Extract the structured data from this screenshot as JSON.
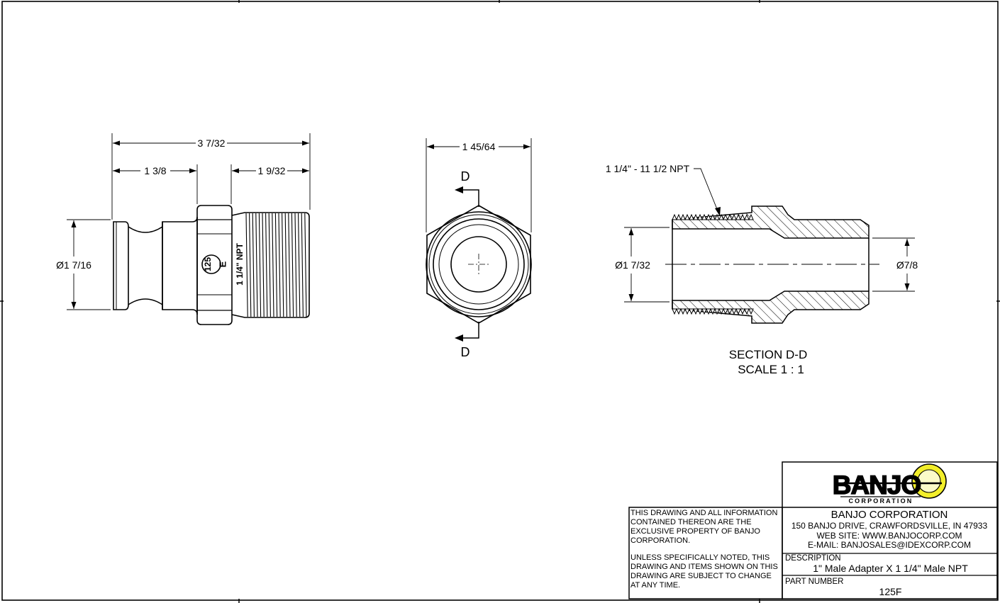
{
  "views": {
    "side": {
      "dim_overall": "3 7/32",
      "dim_left": "1 3/8",
      "dim_right": "1 9/32",
      "dim_diameter": "Ø1 7/16",
      "stamp_size": "125",
      "stamp_letter": "E",
      "thread_mark": "1 1/4\" NPT"
    },
    "end": {
      "dim_width": "1 45/64",
      "section_letter_top": "D",
      "section_letter_bottom": "D"
    },
    "section": {
      "thread_callout": "1 1/4\" - 11 1/2 NPT",
      "dim_left_diameter": "Ø1 7/32",
      "dim_right_diameter": "Ø7/8",
      "title": "SECTION D-D",
      "scale": "SCALE 1 : 1"
    }
  },
  "title_block": {
    "logo_text": "BANJO",
    "logo_sub": "CORPORATION",
    "company": "BANJO CORPORATION",
    "address": "150 BANJO DRIVE, CRAWFORDSVILLE, IN 47933",
    "website": "WEB SITE: WWW.BANJOCORP.COM",
    "email": "E-MAIL: BANJOSALES@IDEXCORP.COM",
    "notice_1": "THIS DRAWING AND ALL INFORMATION CONTAINED THEREON ARE THE EXCLUSIVE PROPERTY OF BANJO CORPORATION.",
    "notice_2": "UNLESS SPECIFICALLY NOTED, THIS DRAWING AND ITEMS SHOWN ON THIS DRAWING ARE SUBJECT TO CHANGE AT ANY TIME.",
    "description_label": "DESCRIPTION",
    "description": "1\" Male Adapter X 1 1/4\" Male NPT",
    "part_number_label": "PART NUMBER",
    "part_number": "125F"
  },
  "colors": {
    "line": "#000000",
    "logo_yellow": "#f2ee2a",
    "paper": "#ffffff"
  }
}
